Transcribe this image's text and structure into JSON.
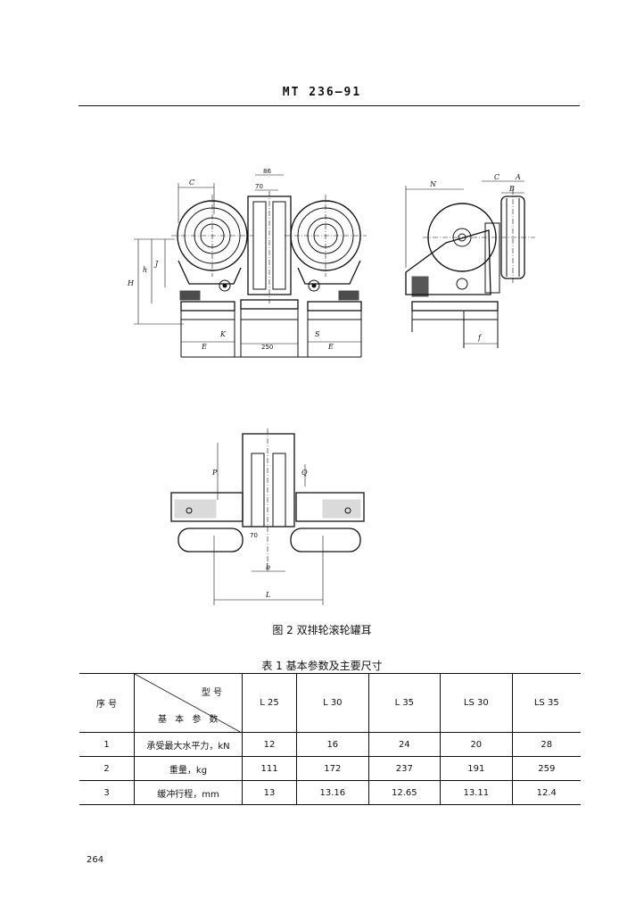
{
  "header": {
    "title": "MT 236—91"
  },
  "figure": {
    "caption": "图 2   双排轮滚轮罐耳",
    "labels": {
      "C": "C",
      "d86": "86",
      "d70": "70",
      "H": "H",
      "h": "h",
      "J": "J",
      "E": "E",
      "K": "K",
      "d250": "250",
      "S": "S",
      "N": "N",
      "A": "A",
      "B": "B",
      "f": "f",
      "P": "P",
      "Q": "Q",
      "b": "b",
      "L": "L"
    }
  },
  "table": {
    "caption": "表 1   基本参数及主要尺寸",
    "header": {
      "no": "序 号",
      "model": "型 号",
      "params": "基 本 参 数",
      "models": [
        "L 25",
        "L 30",
        "L 35",
        "LS 30",
        "LS 35"
      ]
    },
    "rows": [
      {
        "no": "1",
        "label": "承受最大水平力，kN",
        "values": [
          "12",
          "16",
          "24",
          "20",
          "28"
        ]
      },
      {
        "no": "2",
        "label": "重量，kg",
        "values": [
          "111",
          "172",
          "237",
          "191",
          "259"
        ]
      },
      {
        "no": "3",
        "label": "缓冲行程，mm",
        "values": [
          "13",
          "13.16",
          "12.65",
          "13.11",
          "12.4"
        ]
      }
    ]
  },
  "page": {
    "number": "264"
  }
}
